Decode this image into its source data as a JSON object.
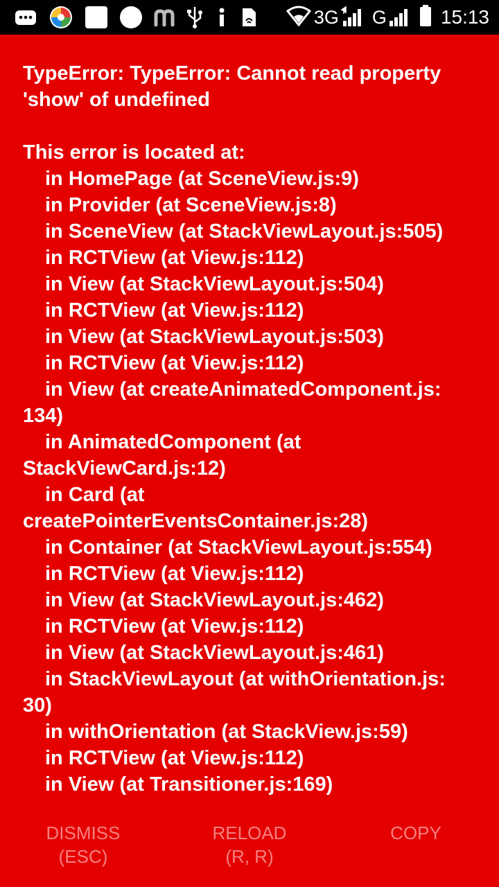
{
  "status_bar": {
    "network_3g": "3G",
    "network_g": "G",
    "time": "15:13"
  },
  "error": {
    "title": "TypeError: TypeError: Cannot read property 'show' of undefined",
    "located_heading": "This error is located at:",
    "stack": [
      {
        "text": "in HomePage (at SceneView.js:9)"
      },
      {
        "text": "in Provider (at SceneView.js:8)"
      },
      {
        "text": "in SceneView (at StackViewLayout.js:505)"
      },
      {
        "text": "in RCTView (at View.js:112)"
      },
      {
        "text": "in View (at StackViewLayout.js:504)"
      },
      {
        "text": "in RCTView (at View.js:112)"
      },
      {
        "text": "in View (at StackViewLayout.js:503)"
      },
      {
        "text": "in RCTView (at View.js:112)"
      },
      {
        "text": "in View (at createAnimatedComponent.js:",
        "cont": "134)"
      },
      {
        "text": "in AnimatedComponent (at",
        "cont": "StackViewCard.js:12)"
      },
      {
        "text": "in Card (at",
        "cont": "createPointerEventsContainer.js:28)"
      },
      {
        "text": "in Container (at StackViewLayout.js:554)"
      },
      {
        "text": "in RCTView (at View.js:112)"
      },
      {
        "text": "in View (at StackViewLayout.js:462)"
      },
      {
        "text": "in RCTView (at View.js:112)"
      },
      {
        "text": "in View (at StackViewLayout.js:461)"
      },
      {
        "text": "in StackViewLayout (at withOrientation.js:",
        "cont": "30)"
      },
      {
        "text": "in withOrientation (at StackView.js:59)"
      },
      {
        "text": "in RCTView (at View.js:112)"
      },
      {
        "text": "in View (at Transitioner.js:169)"
      }
    ]
  },
  "buttons": {
    "dismiss_line1": "DISMISS",
    "dismiss_line2": "(ESC)",
    "reload_line1": "RELOAD",
    "reload_line2": "(R, R)",
    "copy": "COPY"
  },
  "colors": {
    "background": "#e50000",
    "button_text": "#f68080",
    "status_bar": "#000000"
  }
}
